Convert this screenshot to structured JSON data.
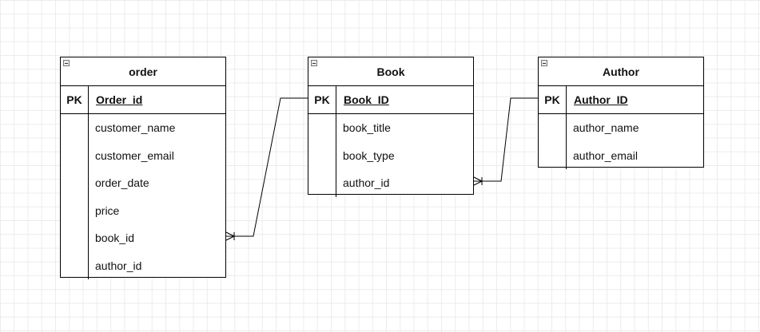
{
  "entities": {
    "order": {
      "title": "order",
      "pk_label": "PK",
      "pk_field": "Order_id",
      "fields": [
        "customer_name",
        "customer_email",
        "order_date",
        "price",
        "book_id",
        "author_id"
      ]
    },
    "book": {
      "title": "Book",
      "pk_label": "PK",
      "pk_field": "Book_ID",
      "fields": [
        "book_title",
        "book_type",
        "author_id"
      ]
    },
    "author": {
      "title": "Author",
      "pk_label": "PK",
      "pk_field": "Author_ID",
      "fields": [
        "author_name",
        "author_email"
      ]
    }
  },
  "relationships": [
    {
      "from": "order.book_id",
      "to": "Book.Book_ID",
      "notation": "one-or-many to one"
    },
    {
      "from": "Book.author_id",
      "to": "Author.Author_ID",
      "notation": "one-or-many to one"
    }
  ]
}
